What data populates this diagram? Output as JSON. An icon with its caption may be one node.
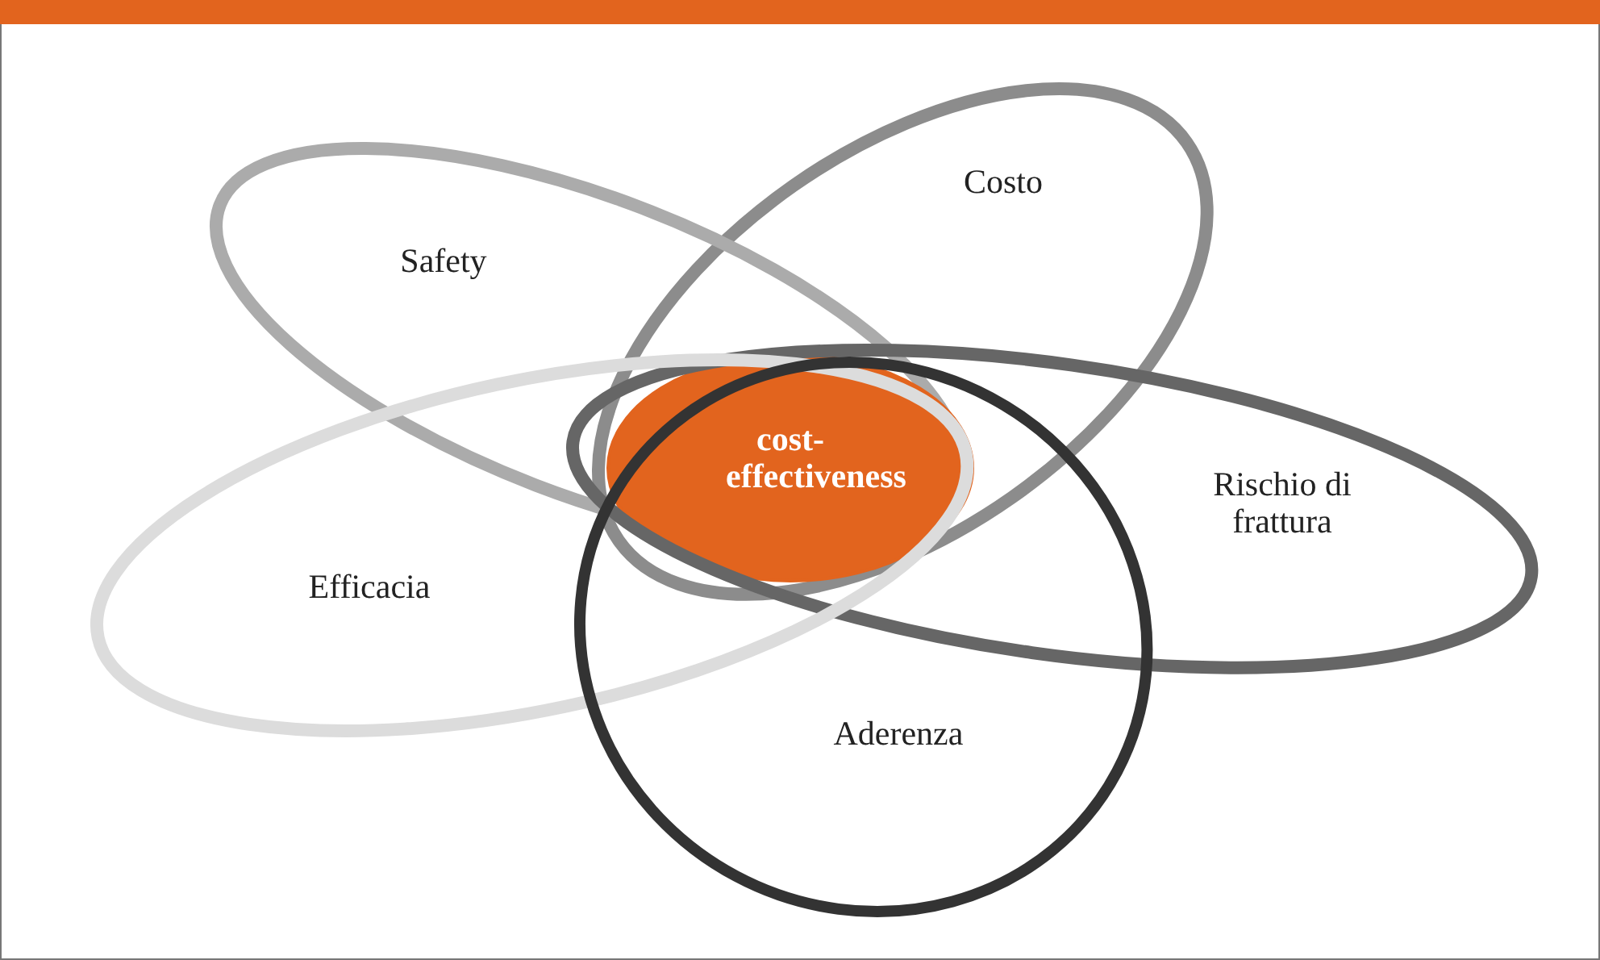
{
  "diagram": {
    "nodes": [
      {
        "text": [
          "Costo"
        ]
      },
      {
        "text": [
          "Safety"
        ]
      },
      {
        "text": [
          "cost-effectiveness"
        ]
      },
      {
        "text": [
          "Rischio di frattura"
        ]
      },
      {
        "text": [
          "Efficacia"
        ]
      },
      {
        "text": [
          "Aderenza"
        ]
      }
    ]
  }
}
